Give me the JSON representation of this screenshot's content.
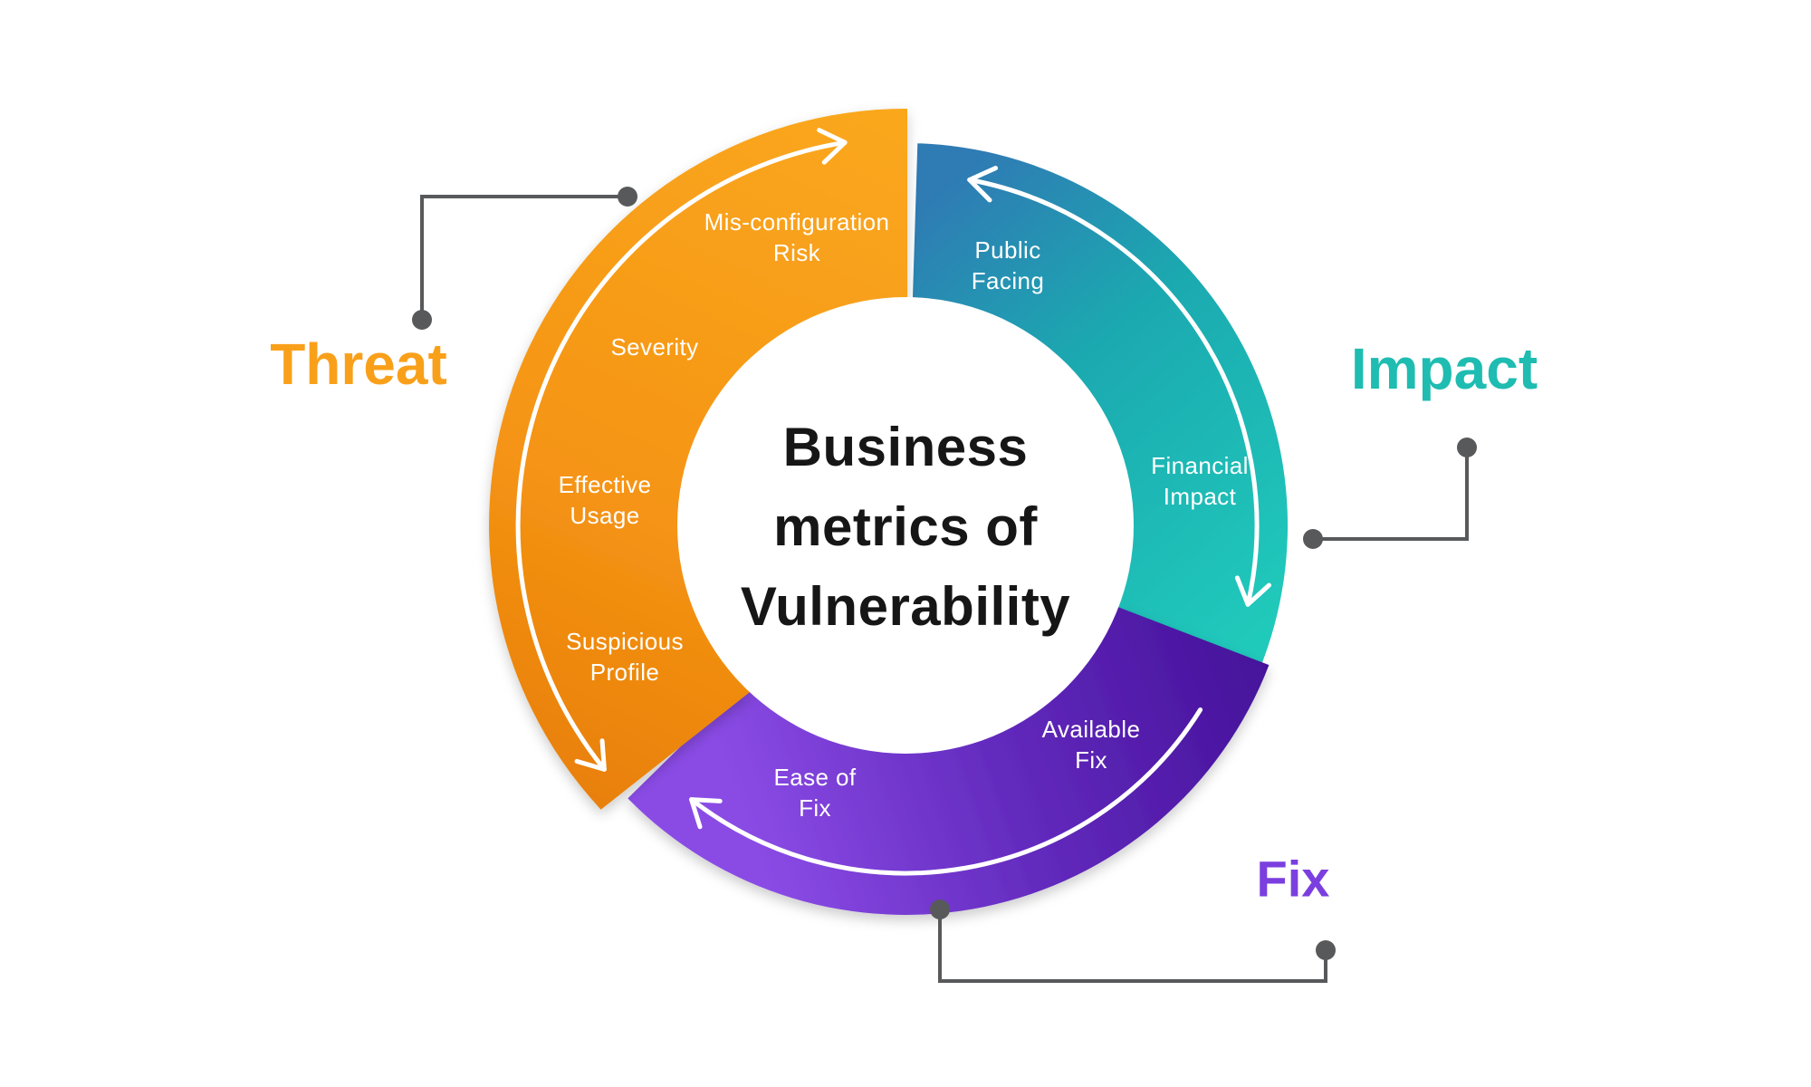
{
  "title": {
    "lines": [
      "Business",
      "metrics of",
      "Vulnerability"
    ]
  },
  "categories": {
    "threat": {
      "label": "Threat",
      "color": "#F9A01B"
    },
    "impact": {
      "label": "Impact",
      "color": "#1FBCB1"
    },
    "fix": {
      "label": "Fix",
      "color": "#7B3FDF"
    }
  },
  "ring_labels": {
    "mis_configuration_risk": [
      "Mis-configuration",
      "Risk"
    ],
    "severity": [
      "Severity"
    ],
    "effective_usage": [
      "Effective",
      "Usage"
    ],
    "suspicious_profile": [
      "Suspicious",
      "Profile"
    ],
    "public_facing": [
      "Public",
      "Facing"
    ],
    "financial_impact": [
      "Financial",
      "Impact"
    ],
    "available_fix": [
      "Available",
      "Fix"
    ],
    "ease_of_fix": [
      "Ease of",
      "Fix"
    ]
  },
  "segments": [
    {
      "name": "Threat",
      "color": "#F9A01B",
      "items": [
        "Mis-configuration Risk",
        "Severity",
        "Effective Usage",
        "Suspicious Profile"
      ]
    },
    {
      "name": "Impact",
      "color": "#1FBCB1",
      "items": [
        "Public Facing",
        "Financial Impact"
      ]
    },
    {
      "name": "Fix",
      "color": "#7B3FDF",
      "items": [
        "Available Fix",
        "Ease of Fix"
      ]
    }
  ],
  "connector_color": "#58595B",
  "arrow_color": "#FFFFFF"
}
